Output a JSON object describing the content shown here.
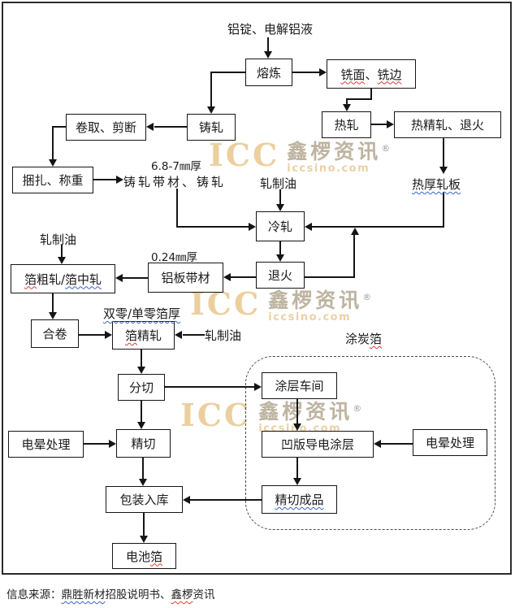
{
  "colors": {
    "squiggle_red": "#e23a2e",
    "squiggle_blue": "#3a62c8",
    "watermark_logo": "#eccf9f",
    "watermark_brand": "#b3a791",
    "watermark_domain": "#ecd0a6",
    "line": "#151515"
  },
  "watermark": {
    "logo": "ICC",
    "brand": "鑫椤资讯",
    "reg": "®",
    "domain": "iccsino.com"
  },
  "source_note": {
    "parts": [
      {
        "t": "信息来源："
      },
      {
        "t": "鼎胜新材",
        "u": "blue"
      },
      {
        "t": "招股说明书、"
      },
      {
        "t": "鑫椤",
        "u": "red"
      },
      {
        "t": "资讯"
      }
    ]
  },
  "nodes": {
    "melt": {
      "parts": [
        {
          "t": "熔炼"
        }
      ]
    },
    "mill": {
      "parts": [
        {
          "t": "铣面",
          "u": "red"
        },
        {
          "t": "、"
        },
        {
          "t": "铣边",
          "u": "red"
        }
      ]
    },
    "cast_roll": {
      "parts": [
        {
          "t": "铸轧"
        }
      ]
    },
    "coil_cut": {
      "parts": [
        {
          "t": "卷取、剪断"
        }
      ]
    },
    "hot_roll": {
      "parts": [
        {
          "t": "热轧"
        }
      ]
    },
    "hot_finish": {
      "parts": [
        {
          "t": "热精轧、退火"
        }
      ]
    },
    "bundle_weigh": {
      "parts": [
        {
          "t": "捆扎、称重"
        }
      ]
    },
    "cold_roll": {
      "parts": [
        {
          "t": "冷轧"
        }
      ]
    },
    "anneal": {
      "parts": [
        {
          "t": "退火"
        }
      ]
    },
    "foil_rough": {
      "parts": [
        {
          "t": "箔",
          "u": "red"
        },
        {
          "t": "粗轧/"
        },
        {
          "t": "箔中轧",
          "u": "blue"
        }
      ]
    },
    "alu_strip": {
      "parts": [
        {
          "t": "铝板带材"
        }
      ]
    },
    "combine": {
      "parts": [
        {
          "t": "合卷"
        }
      ]
    },
    "foil_finish": {
      "parts": [
        {
          "t": "箔",
          "u": "red"
        },
        {
          "t": "精轧"
        }
      ]
    },
    "slit": {
      "parts": [
        {
          "t": "分切"
        }
      ]
    },
    "fine_cut": {
      "parts": [
        {
          "t": "精切"
        }
      ]
    },
    "corona_left": {
      "parts": [
        {
          "t": "电晕处理"
        }
      ]
    },
    "pack": {
      "parts": [
        {
          "t": "包装入库"
        }
      ]
    },
    "battery_foil": {
      "parts": [
        {
          "t": "电池"
        },
        {
          "t": "箔",
          "u": "red"
        }
      ]
    },
    "coating_shop": {
      "parts": [
        {
          "t": "涂层车间"
        }
      ]
    },
    "gravure": {
      "parts": [
        {
          "t": "凹版导电涂层"
        }
      ]
    },
    "corona_right": {
      "parts": [
        {
          "t": "电晕处理"
        }
      ]
    },
    "fine_cut_product": {
      "parts": [
        {
          "t": "精切成品",
          "u": "blue"
        }
      ]
    }
  },
  "labels": {
    "ingot": {
      "parts": [
        {
          "t": "铝锭、电解铝液"
        }
      ]
    },
    "oil_mid": {
      "parts": [
        {
          "t": "轧制油"
        }
      ]
    },
    "oil_left": {
      "parts": [
        {
          "t": "轧制油"
        }
      ]
    },
    "oil_right": {
      "parts": [
        {
          "t": "轧制油"
        }
      ]
    },
    "hot_plate": {
      "parts": [
        {
          "t": "热厚轧板",
          "u": "blue"
        }
      ]
    },
    "thick_cast": {
      "parts": [
        {
          "t": "6.8-7㎜厚"
        }
      ]
    },
    "cast_strip": {
      "parts": [
        {
          "t": "铸轧带材、铸轧"
        }
      ]
    },
    "thick_alu": {
      "parts": [
        {
          "t": "0.24㎜厚"
        }
      ]
    },
    "foil_thickness": {
      "parts": [
        {
          "t": "双零/单零箔厚",
          "u": "blue"
        }
      ]
    },
    "carbon_foil": {
      "parts": [
        {
          "t": "涂炭"
        },
        {
          "t": "箔",
          "u": "red"
        }
      ]
    }
  }
}
